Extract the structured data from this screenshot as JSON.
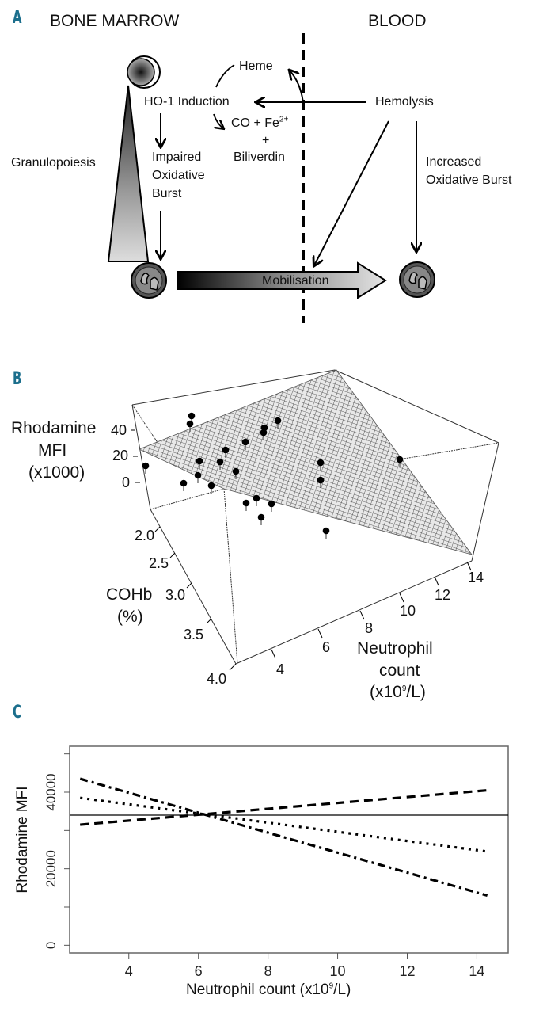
{
  "figure": {
    "panel_a": {
      "letter": "A",
      "region_left": "BONE MARROW",
      "region_right": "BLOOD",
      "labels": {
        "heme": "Heme",
        "ho1": "HO-1 Induction",
        "co_fe": "CO + Fe",
        "fe_charge": "2+",
        "plus": "+",
        "biliverdin": "Biliverdin",
        "hemolysis": "Hemolysis",
        "granulopoiesis": "Granulopoiesis",
        "impaired": "Impaired",
        "impaired_2": "Oxidative",
        "impaired_3": "Burst",
        "increased": "Increased",
        "increased_2": "Oxidative Burst",
        "mobilisation": "Mobilisation"
      },
      "icons": [
        "stem-cell-icon",
        "neutrophil-icon",
        "neutrophil-icon"
      ]
    },
    "panel_b": {
      "letter": "B",
      "z_label_1": "Rhodamine",
      "z_label_2": "MFI",
      "z_label_3": "(x1000)",
      "z_ticks": [
        "40",
        "20",
        "0"
      ],
      "y_label_1": "COHb",
      "y_label_2": "(%)",
      "y_ticks": [
        "2.0",
        "2.5",
        "3.0",
        "3.5",
        "4.0"
      ],
      "x_label_1": "Neutrophil",
      "x_label_2": "count",
      "x_label_3": "(x10",
      "x_label_sup": "9",
      "x_label_4": "/L)",
      "x_ticks": [
        "4",
        "6",
        "8",
        "10",
        "12",
        "14"
      ]
    },
    "panel_c": {
      "letter": "C"
    }
  },
  "chart_data": [
    {
      "type": "scatter",
      "title": "",
      "subtitle": "3D scatter with fitted regression plane",
      "xlabel": "Neutrophil count (x10^9/L)",
      "ylabel": "COHb (%)",
      "zlabel": "Rhodamine MFI (x1000)",
      "x_ticks": [
        4,
        6,
        8,
        10,
        12,
        14
      ],
      "y_ticks": [
        2.0,
        2.5,
        3.0,
        3.5,
        4.0
      ],
      "z_ticks": [
        0,
        20,
        40
      ],
      "n_points": 22,
      "surface": "regression plane"
    },
    {
      "type": "line",
      "title": "",
      "xlabel": "Neutrophil count (x10^9/L)",
      "ylabel": "Rhodamine MFI",
      "xlim": [
        2.3,
        14.9
      ],
      "ylim": [
        -2000,
        52000
      ],
      "x_ticks": [
        4,
        6,
        8,
        10,
        12,
        14
      ],
      "y_ticks": [
        0,
        10000,
        20000,
        30000,
        40000,
        50000
      ],
      "y_tick_labels": [
        "0",
        "",
        "20000",
        "",
        "40000",
        ""
      ],
      "reference_line": 34000,
      "x": [
        2.6,
        14.3
      ],
      "series": [
        {
          "name": "dash-dot",
          "style": "dashdot",
          "values": [
            43500,
            13000
          ]
        },
        {
          "name": "dotted",
          "style": "dotted",
          "values": [
            38500,
            24500
          ]
        },
        {
          "name": "dashed",
          "style": "dashed",
          "values": [
            31500,
            40500
          ]
        }
      ],
      "legend": "none"
    }
  ]
}
